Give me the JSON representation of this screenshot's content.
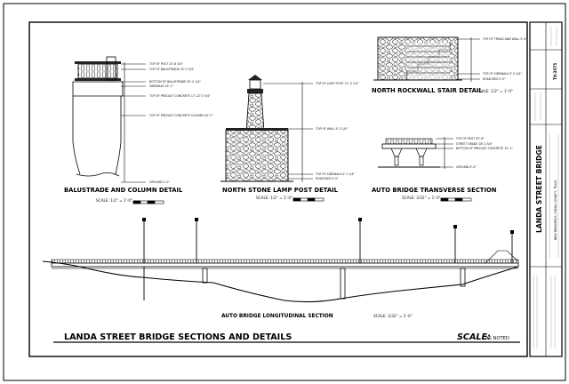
{
  "sheet": {
    "main_title": "LANDA STREET BRIDGE SECTIONS AND DETAILS",
    "scale_label": "SCALE:",
    "scale_value": "AS NOTED"
  },
  "details": {
    "balustrade": {
      "title": "BALUSTRADE AND COLUMN DETAIL",
      "scale": "SCALE: 1/2\" = 1'-0\"",
      "elevations": [
        "TOP OF POST 25'-8 3/4\"",
        "TOP OF BALUSTRADE 25'-3 3/4\"",
        "BOTTOM OF BALUSTRADE 25'-0 1/4\"",
        "SIDEWALK 25'-1\"",
        "TOP OF PRECAST CONCRETE 17'-22'-5 3/4\"",
        "TOP OF PRECAST CONCRETE COLUMN 16'-7\"",
        "GROUND 0'-0\""
      ]
    },
    "lamp_post": {
      "title": "NORTH STONE LAMP POST DETAIL",
      "scale": "SCALE: 1/2\" = 1'-0\"",
      "elevations": [
        "TOP OF LIGHT POST 11'-3 1/4\"",
        "TOP OF WALL 5'-3 1/4\"",
        "TOP OF SIDEWALK 0'-7 1/4\"",
        "ROAD BED 0'-0\""
      ]
    },
    "stair": {
      "title": "NORTH ROCKWALL STAIR DETAIL",
      "scale": "SCALE: 1/2\" = 1'-0\"",
      "elevations": [
        "TOP OF TREAD AND WALL 5'-0\"",
        "TOP OF SIDEWALK 0'-5 3/4\"",
        "ROAD BED 0'-0\""
      ]
    },
    "transverse": {
      "title": "AUTO BRIDGE TRANSVERSE SECTION",
      "scale": "SCALE: 3/32\" = 1'-0\"",
      "elevations": [
        "TOP OF POST 25'-8\"",
        "STREET GRADE 18'-0 3/4\"",
        "BOTTOM OF PRECAST CONCRETE 15'-1\"",
        "GROUND 0'-0\""
      ]
    },
    "longitudinal": {
      "title": "AUTO BRIDGE LONGITUDINAL SECTION",
      "scale": "SCALE: 3/32\" = 1'-0\""
    }
  },
  "title_block": {
    "project": "LANDA STREET BRIDGE",
    "location": "NEW BRAUNFELS, COMAL COUNTY, TEXAS",
    "drawing_number": "TX-3575"
  }
}
